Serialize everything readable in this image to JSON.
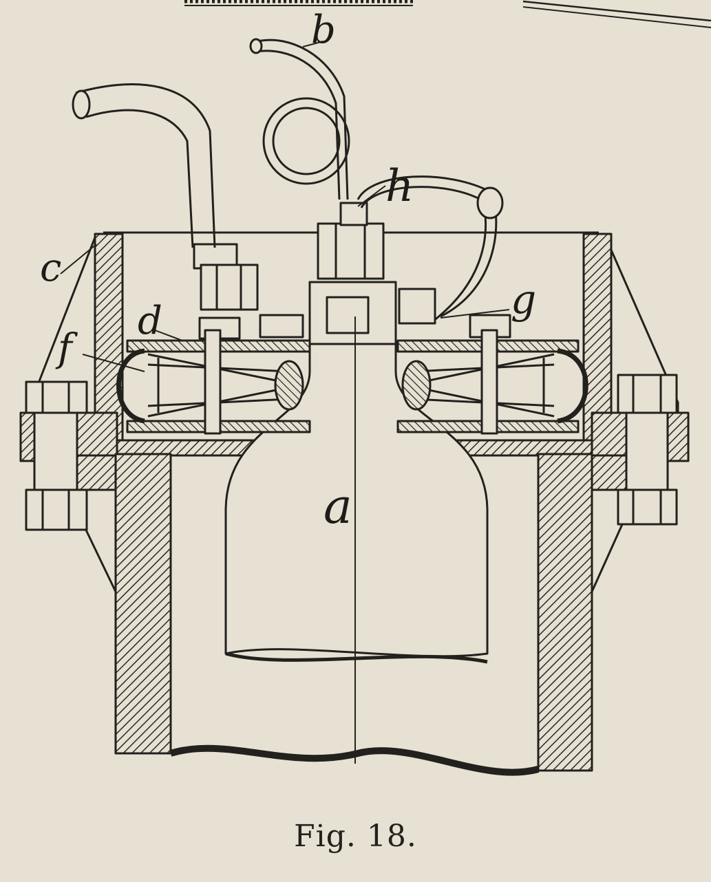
{
  "caption": "Fig. 18.",
  "labels": {
    "a": "a",
    "b": "b",
    "c": "c",
    "d": "d",
    "f": "f",
    "g": "g",
    "h": "h"
  },
  "colors": {
    "paper": "#e6e1d3",
    "ink": "#23211d"
  }
}
